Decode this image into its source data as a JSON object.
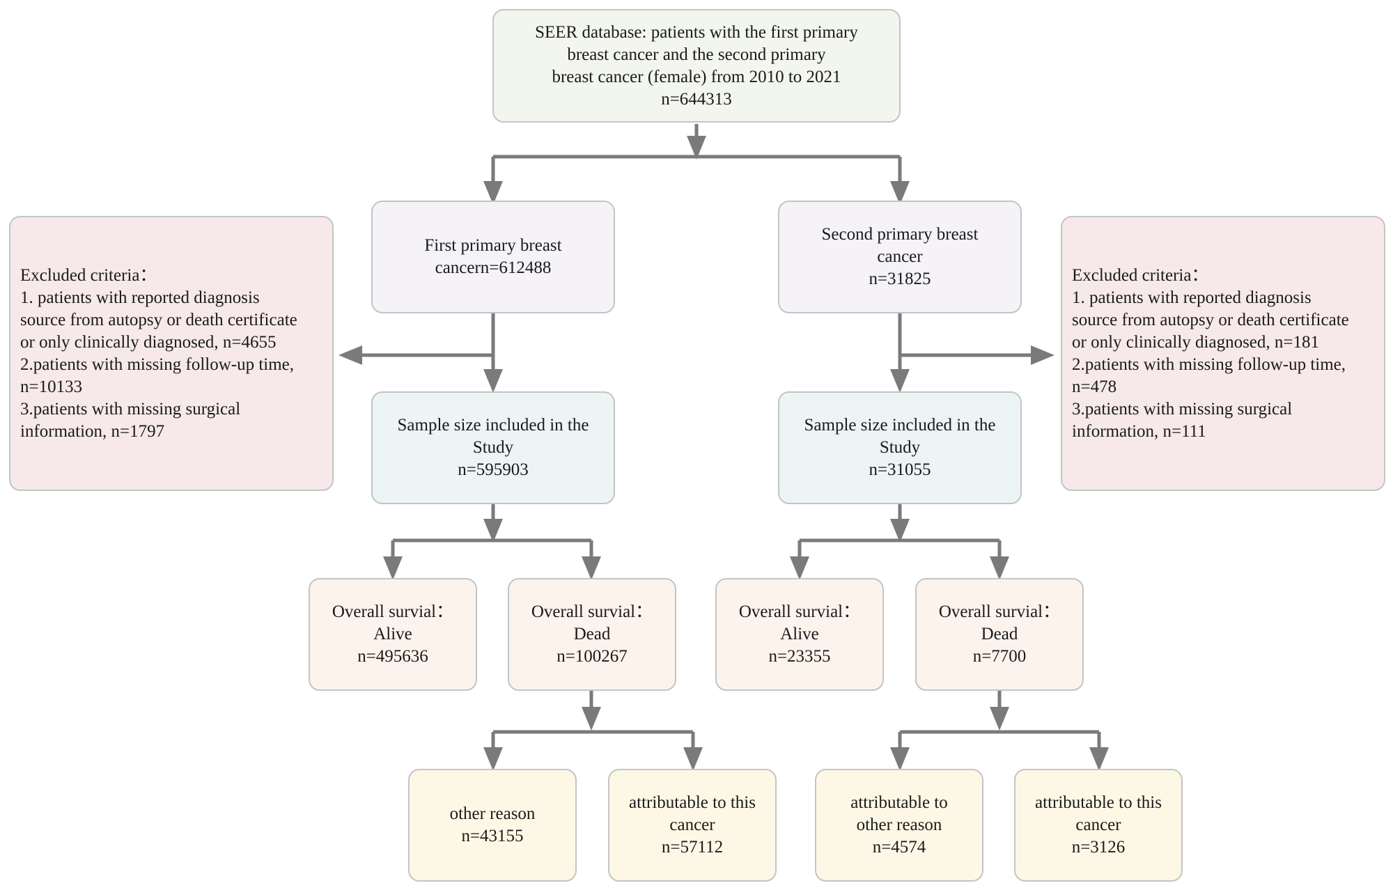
{
  "source": {
    "lines": [
      "SEER database: patients with the first primary",
      "breast cancer and the second primary",
      "breast cancer (female) from 2010 to 2021",
      "n=644313"
    ]
  },
  "first": {
    "group": {
      "lines": [
        "First primary breast",
        "cancern=612488"
      ]
    },
    "excluded": {
      "lines": [
        "Excluded criteria：",
        "1. patients with reported diagnosis",
        "source from autopsy or death certificate",
        "or only clinically diagnosed, n=4655",
        "2.patients with missing follow-up time,",
        "n=10133",
        "3.patients with missing surgical",
        "information, n=1797"
      ]
    },
    "sample": {
      "lines": [
        "Sample size included in the",
        "Study",
        "n=595903"
      ]
    },
    "alive": {
      "lines": [
        "Overall survial：",
        "Alive",
        "n=495636"
      ]
    },
    "dead": {
      "lines": [
        "Overall survial：",
        "Dead",
        "n=100267"
      ]
    },
    "other_reason": {
      "lines": [
        "other reason",
        "n=43155"
      ]
    },
    "this_cancer": {
      "lines": [
        "attributable to this",
        "cancer",
        "n=57112"
      ]
    }
  },
  "second": {
    "group": {
      "lines": [
        "Second primary breast",
        "cancer",
        "n=31825"
      ]
    },
    "excluded": {
      "lines": [
        "Excluded criteria：",
        "1. patients with reported diagnosis",
        "source from autopsy or death certificate",
        "or only clinically diagnosed, n=181",
        "2.patients with missing follow-up time,",
        "n=478",
        "3.patients with missing surgical",
        "information, n=111"
      ]
    },
    "sample": {
      "lines": [
        "Sample size included in the",
        "Study",
        "n=31055"
      ]
    },
    "alive": {
      "lines": [
        "Overall survial：",
        "Alive",
        "n=23355"
      ]
    },
    "dead": {
      "lines": [
        "Overall survial：",
        "Dead",
        "n=7700"
      ]
    },
    "other_reason": {
      "lines": [
        "attributable to",
        "other reason",
        "n=4574"
      ]
    },
    "this_cancer": {
      "lines": [
        "attributable to this",
        "cancer",
        "n=3126"
      ]
    }
  },
  "colors": {
    "arrow": "#7a7a7a",
    "border": "#c4c4c4",
    "source_fill": "#f3f6ee",
    "group_fill": "#f5f3f7",
    "excluded_fill": "#f7e9ea",
    "sample_fill": "#ecf4f6",
    "survival_fill": "#fdf3ed",
    "cause_fill": "#fdf8e6"
  }
}
